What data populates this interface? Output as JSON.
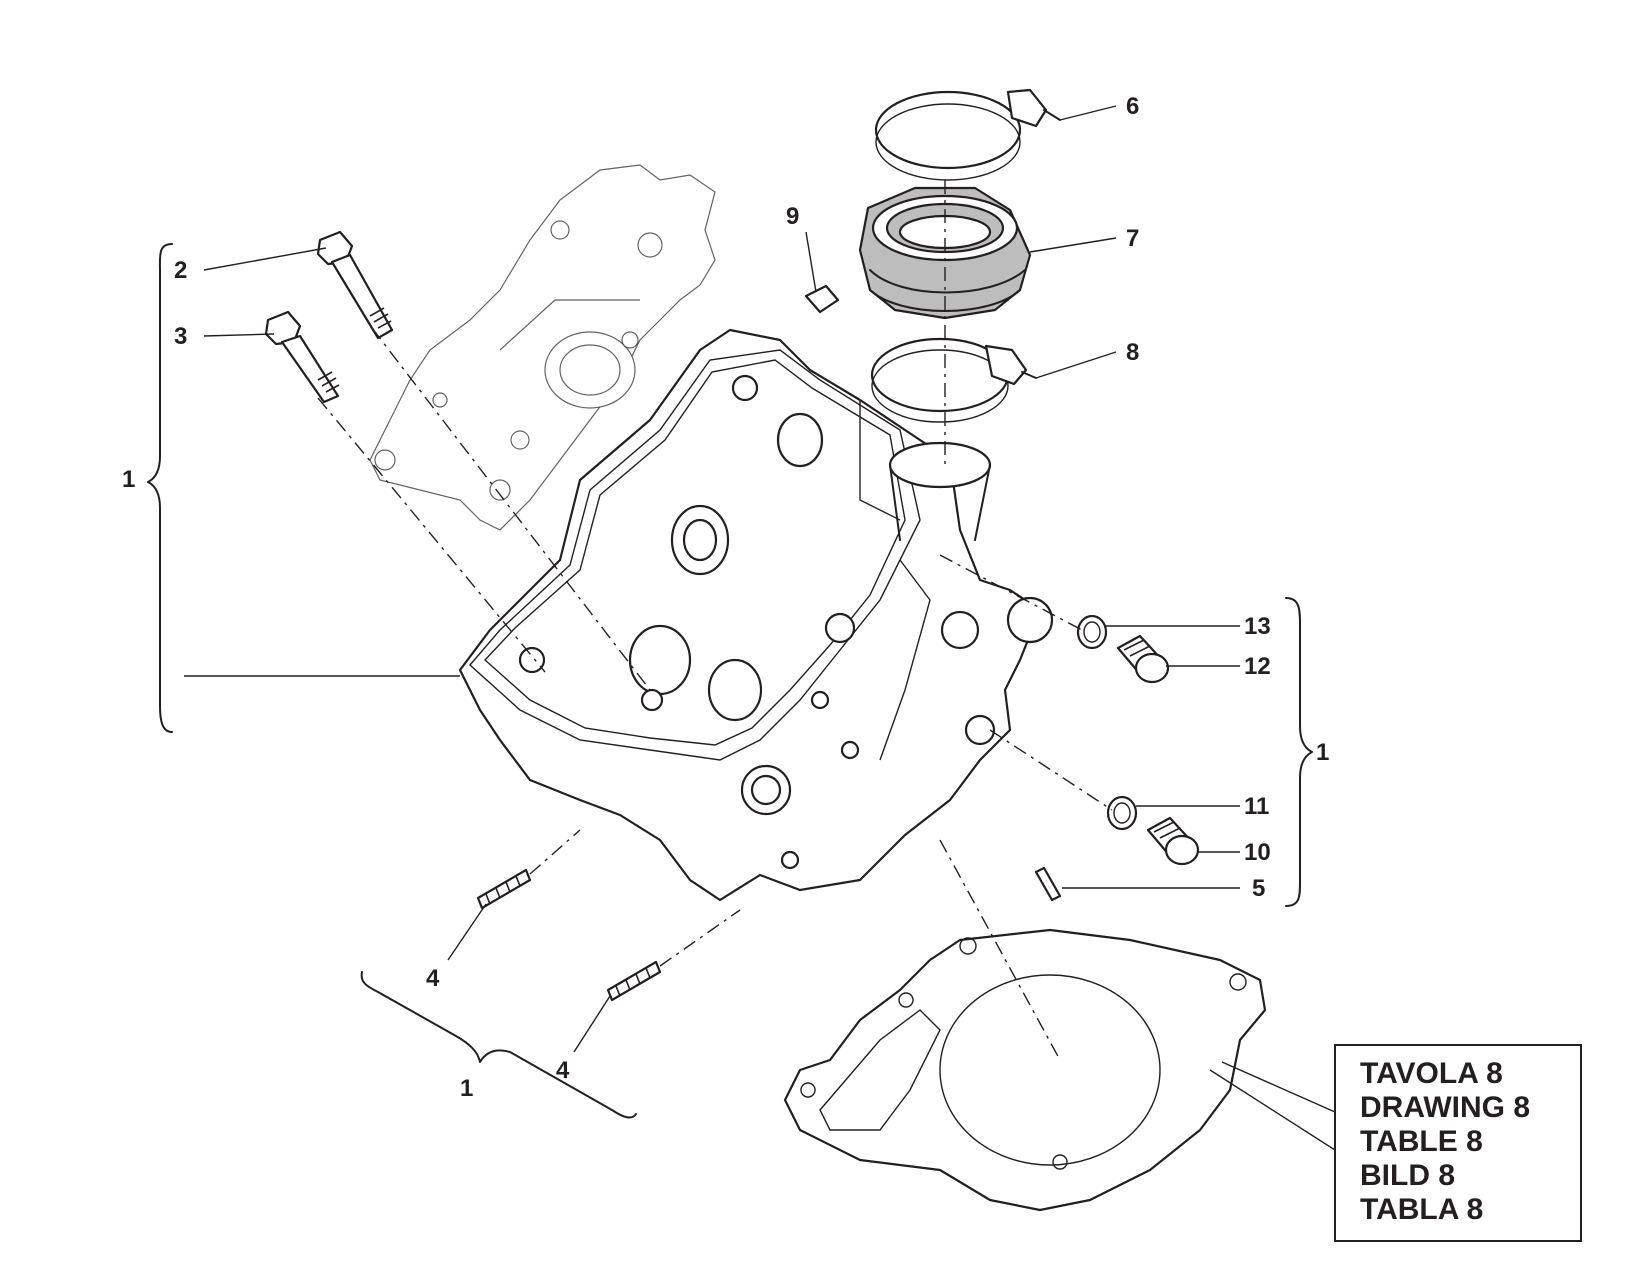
{
  "callouts": {
    "c1_left": "1",
    "c1_bottom": "1",
    "c1_right": "1",
    "c2": "2",
    "c3": "3",
    "c4_a": "4",
    "c4_b": "4",
    "c5": "5",
    "c6": "6",
    "c7": "7",
    "c8": "8",
    "c9": "9",
    "c10": "10",
    "c11": "11",
    "c12": "12",
    "c13": "13"
  },
  "reference_box": {
    "lines": [
      "TAVOLA 8",
      "DRAWING 8",
      "TABLE 8",
      "BILD 8",
      "TABLA 8"
    ]
  },
  "colors": {
    "ink": "#231f20",
    "rubber_gray": "#bdbdbd"
  }
}
